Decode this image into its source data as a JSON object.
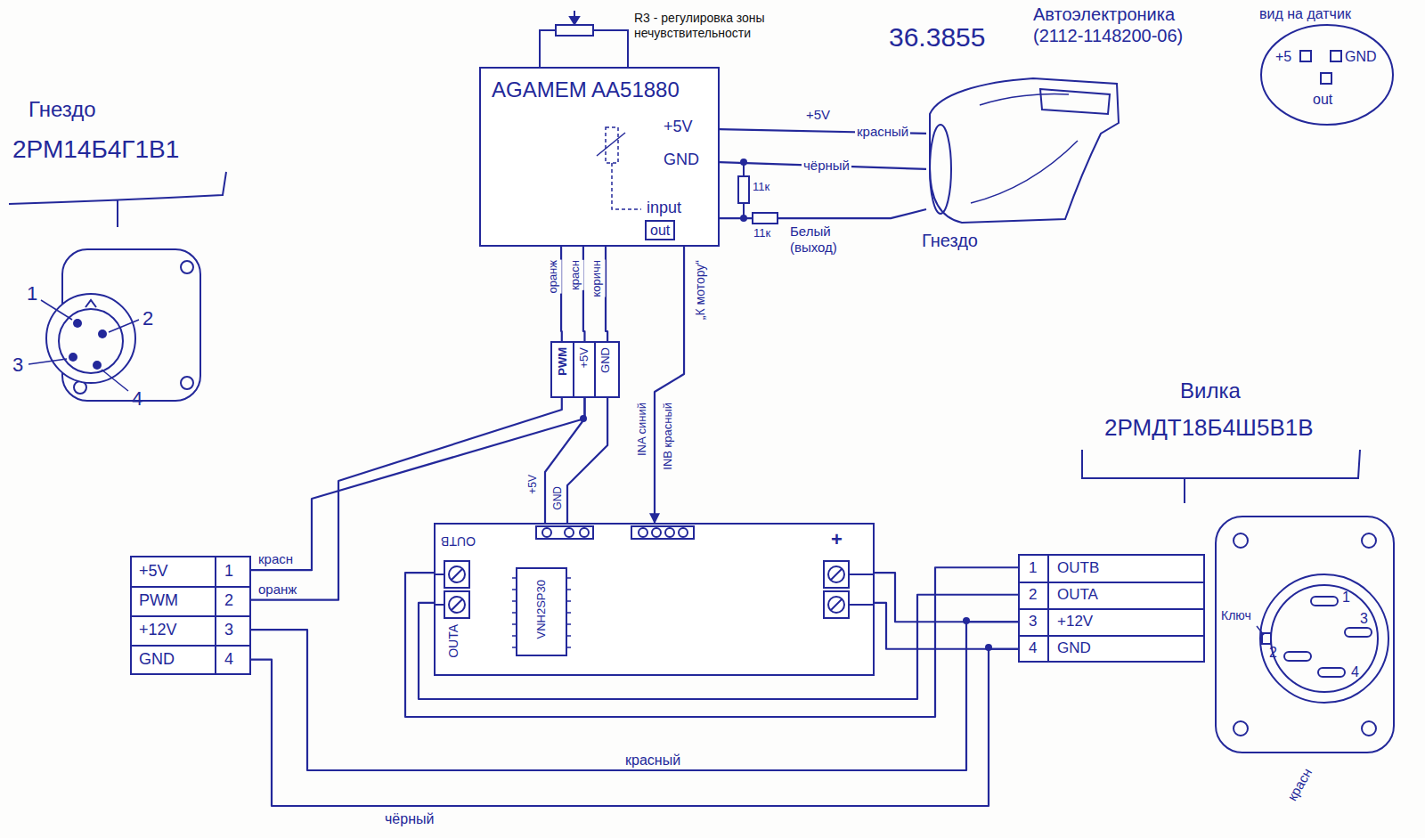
{
  "diagram": {
    "nodes": [
      {
        "text": [
          "Гнездо",
          "2РМ14Б4Г1В1",
          "1",
          "2",
          "3",
          "4"
        ]
      },
      {
        "text": [
          "AGAMEM AA51880",
          "+5V",
          "GND",
          "input",
          "out"
        ]
      },
      {
        "text": [
          "Гнездо"
        ]
      },
      {
        "text": [
          "вид на датчик",
          "+5",
          "GND",
          "out"
        ]
      },
      {
        "text": [
          "PWM",
          "+5V",
          "GND"
        ]
      },
      {
        "text": [
          "+5V",
          "1",
          "PWM",
          "2",
          "+12V",
          "3",
          "GND",
          "4"
        ]
      },
      {
        "text": [
          "OUTB",
          "OUTA",
          "+"
        ]
      },
      {
        "text": [
          "VNH2SP30"
        ],
        "in": 6
      },
      {
        "text": [
          "1",
          "OUTB",
          "2",
          "OUTA",
          "3",
          "+12V",
          "4",
          "GND"
        ]
      },
      {
        "text": [
          "Вилка",
          "2РМДТ18Б4Ш5В1В",
          "Ключ",
          "1",
          "2",
          "3",
          "4"
        ]
      }
    ],
    "edges": [
      {
        "from": 1,
        "to": 2,
        "arrow": "none",
        "label": "красный"
      },
      {
        "from": 1,
        "to": 2,
        "arrow": "none",
        "label": "чёрный"
      },
      {
        "from": 1,
        "to": 2,
        "arrow": "none",
        "label": "Белый (выход)"
      },
      {
        "from": 1,
        "to": 4,
        "arrow": "none",
        "label": "оранж"
      },
      {
        "from": 1,
        "to": 4,
        "arrow": "none",
        "label": "красн"
      },
      {
        "from": 1,
        "to": 4,
        "arrow": "none",
        "label": "коричн"
      },
      {
        "from": 1,
        "to": 6,
        "arrow": "to",
        "label": "„К мотору“"
      },
      {
        "from": 4,
        "to": 5,
        "arrow": "none",
        "label": "оранж"
      },
      {
        "from": 4,
        "to": 5,
        "arrow": "none",
        "label": "красн"
      },
      {
        "from": 4,
        "to": 6,
        "arrow": "none"
      },
      {
        "from": 4,
        "to": 6,
        "arrow": "none"
      },
      {
        "from": 5,
        "to": 8,
        "arrow": "none",
        "label": "красный"
      },
      {
        "from": 5,
        "to": 8,
        "arrow": "none",
        "label": "чёрный"
      },
      {
        "from": 6,
        "to": 8,
        "arrow": "none"
      },
      {
        "from": 6,
        "to": 8,
        "arrow": "none"
      },
      {
        "from": 6,
        "to": 8,
        "arrow": "none"
      },
      {
        "from": 6,
        "to": 8,
        "arrow": "none"
      }
    ],
    "labels": [
      "R3 - регулировка зоны нечувствительности",
      "36.3855",
      "Автоэлектроника (2112-1148200-06)",
      "+5V",
      "11к",
      "11к",
      "INA синий",
      "INB красный",
      "+5V",
      "GND",
      "красн"
    ]
  }
}
